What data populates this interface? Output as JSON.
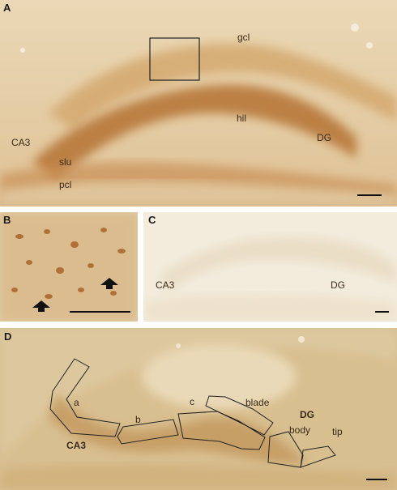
{
  "figure": {
    "panels": {
      "A": {
        "letter": "A",
        "labels": {
          "gcl": "gcl",
          "hil": "hil",
          "dg": "DG",
          "ca3": "CA3",
          "slu": "slu",
          "pcl": "pcl"
        }
      },
      "B": {
        "letter": "B"
      },
      "C": {
        "letter": "C",
        "labels": {
          "ca3": "CA3",
          "dg": "DG"
        }
      },
      "D": {
        "letter": "D",
        "labels": {
          "a": "a",
          "b": "b",
          "c": "c",
          "blade": "blade",
          "dg": "DG",
          "body": "body",
          "tip": "tip",
          "ca3": "CA3"
        }
      }
    },
    "colors": {
      "tissue_light": "#e6d2ad",
      "tissue_stain": "#c48a4c",
      "tissue_dark": "#b4763a",
      "panel_c_background": "#f3ecdd",
      "outline": "#222222"
    }
  }
}
